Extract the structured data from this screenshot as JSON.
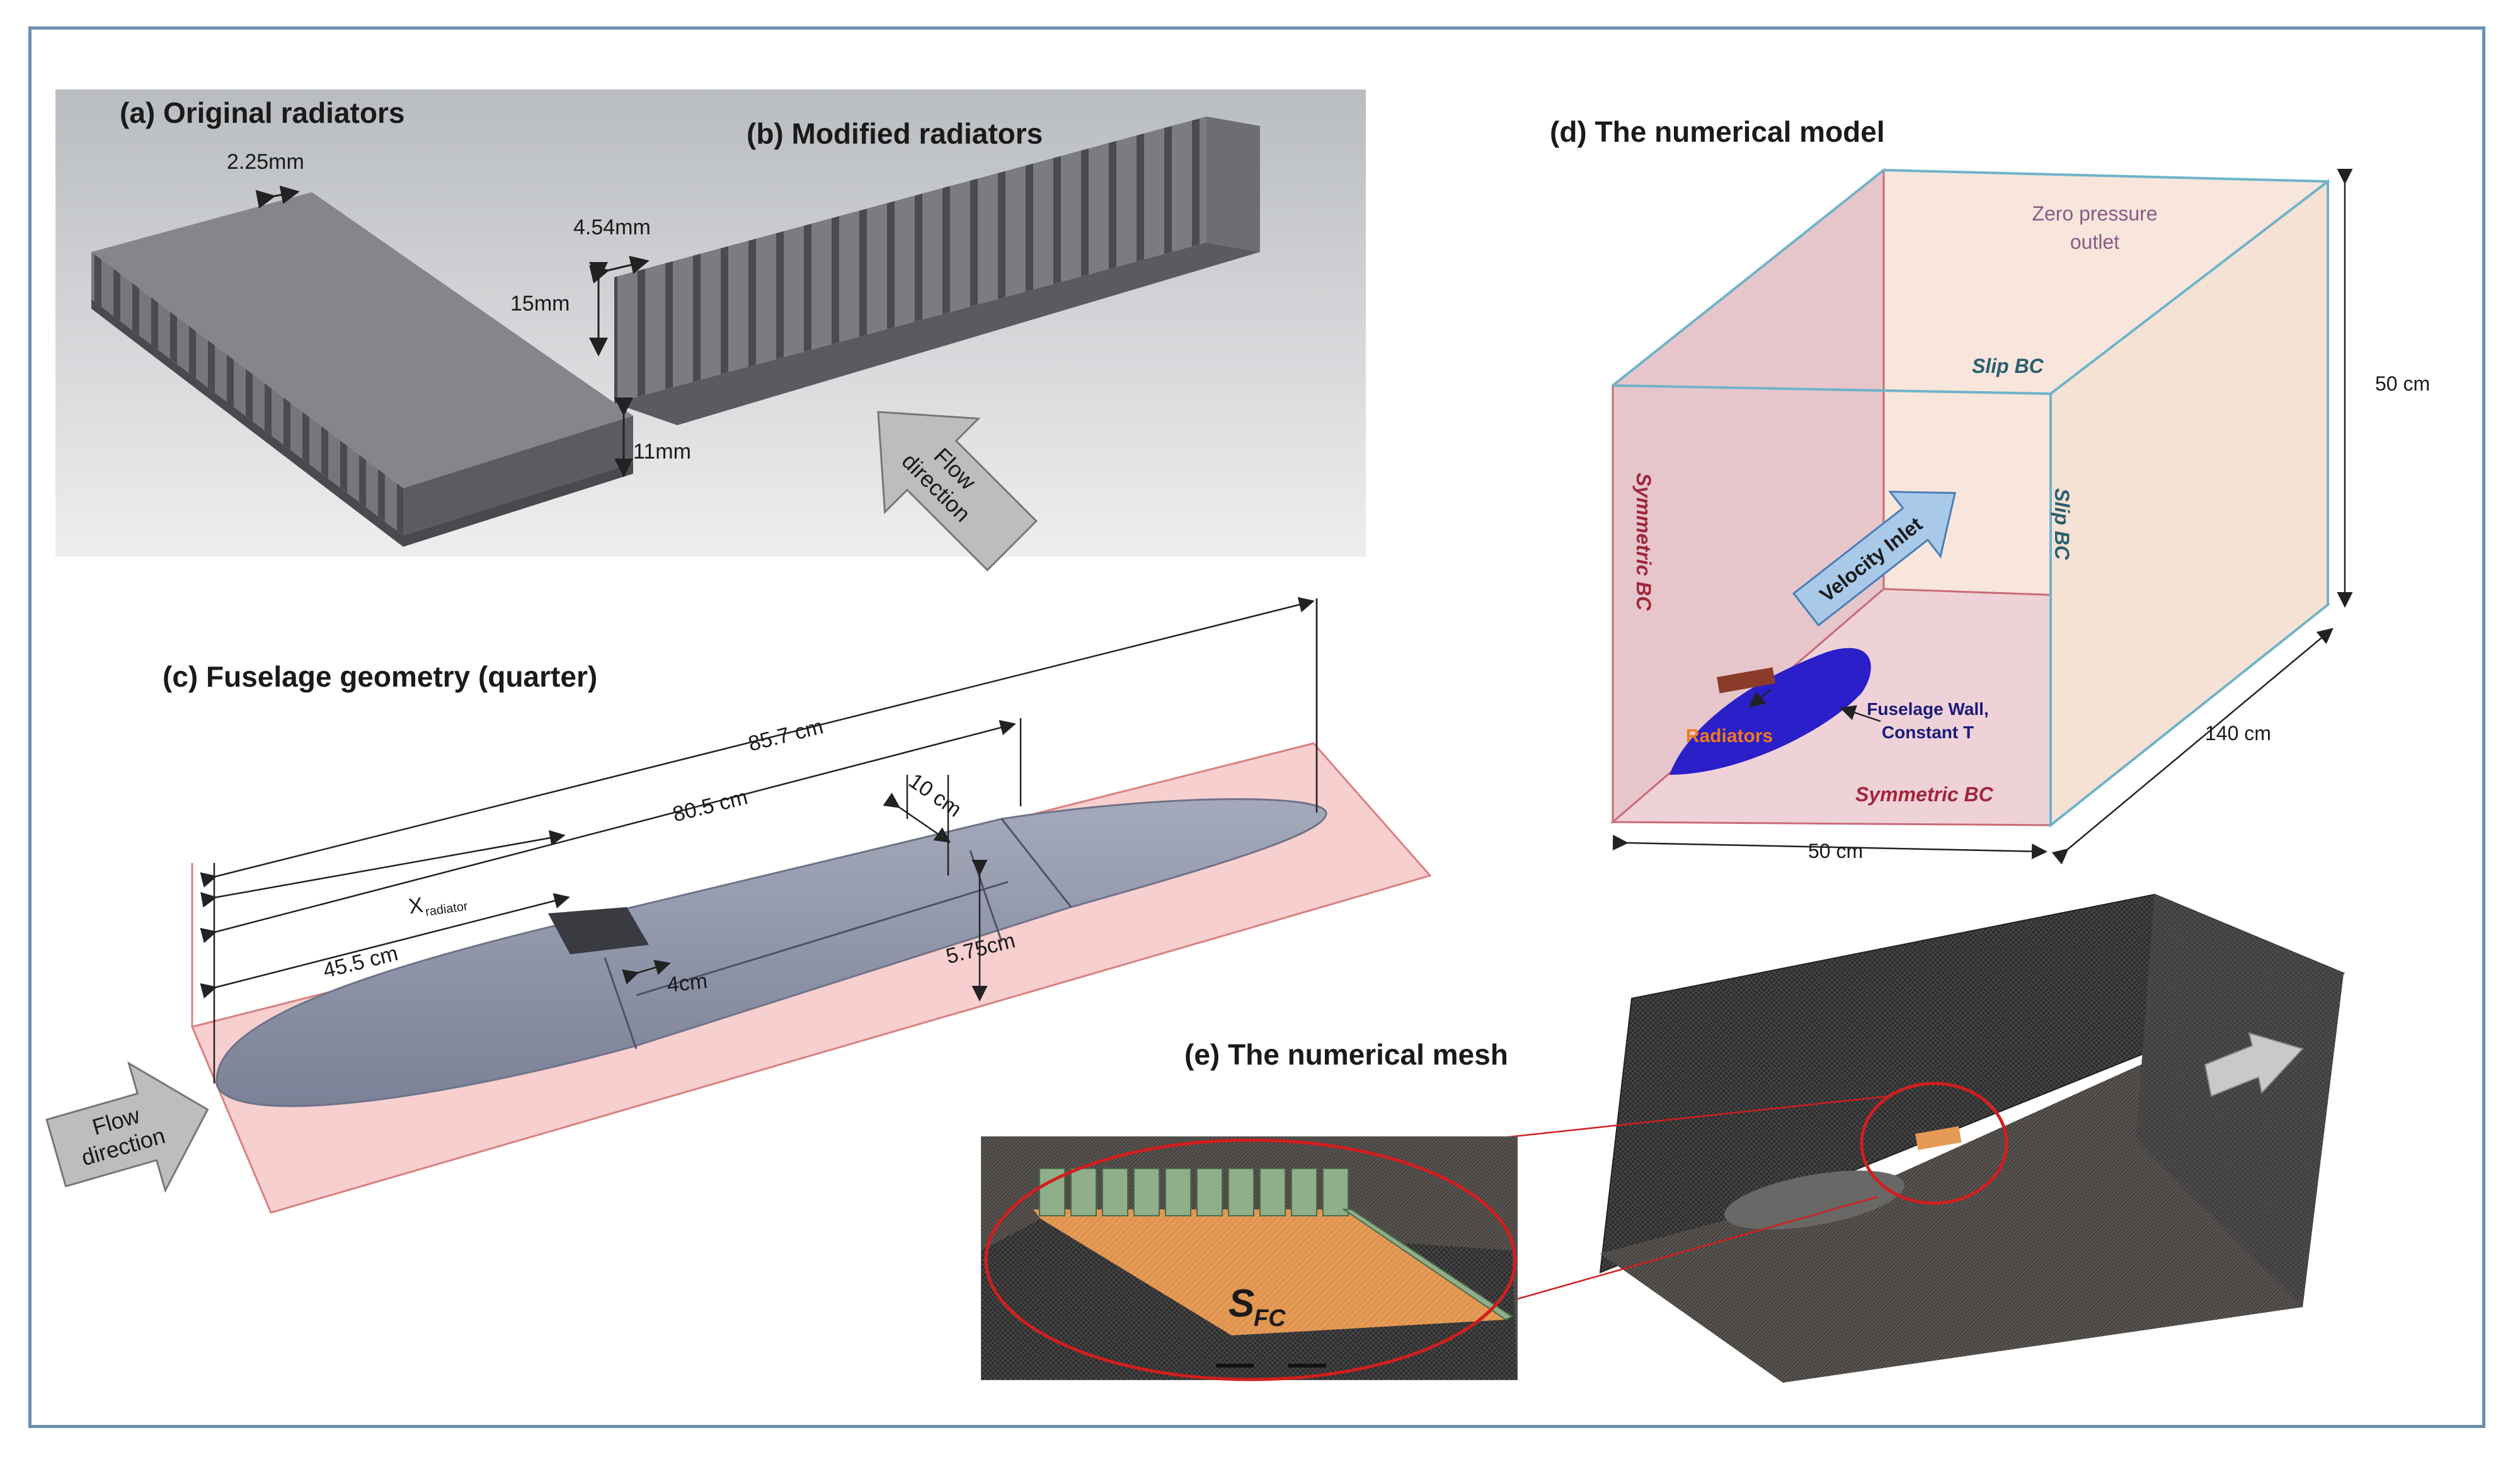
{
  "panels": {
    "a": {
      "title": "(a) Original radiators",
      "fin_spacing": "2.25mm",
      "base_height": "11mm"
    },
    "b": {
      "title": "(b) Modified radiators",
      "fin_spacing": "4.54mm",
      "fin_height": "15mm",
      "flow_line1": "Flow",
      "flow_line2": "direction"
    },
    "c": {
      "title": "(c) Fuselage geometry  (quarter)",
      "dim_total": "85.7 cm",
      "dim_mid": "80.5 cm",
      "dim_radiator_base": "X",
      "dim_radiator_sub": "radiator",
      "dim_front": "45.5 cm",
      "dim_10": "10 cm",
      "dim_4": "4cm",
      "dim_575": "5.75cm",
      "flow_line1": "Flow",
      "flow_line2": "direction"
    },
    "d": {
      "title": "(d) The numerical model",
      "outlet_line1": "Zero pressure",
      "outlet_line2": "outlet",
      "slip_top": "Slip BC",
      "slip_right": "Slip BC",
      "sym_left": "Symmetric BC",
      "sym_bottom": "Symmetric BC",
      "inlet": "Velocity Inlet",
      "radiators": "Radiators",
      "wall_line1": "Fuselage Wall,",
      "wall_line2": "Constant T",
      "dim_height": "50 cm",
      "dim_length": "140 cm",
      "dim_width": "50 cm"
    },
    "e": {
      "title": "(e) The numerical mesh",
      "sfc_main": "S",
      "sfc_sub": "FC"
    }
  },
  "colors": {
    "frame": "#6b8fb0",
    "radiator": "#6e6f74",
    "fuselage": "#8d93a8",
    "symmetry_plane": "#f6c9c9",
    "domain_left": "#e8c9cc",
    "domain_back": "#f6e3d8",
    "domain_bottom": "#efd3d8",
    "fuselage_model": "#2a1fc8",
    "radiator_model": "#8a3b2a",
    "inlet_arrow": "#a9c9e9",
    "mesh_dark": "#2c2c2c",
    "mesh_plate": "#e59a55",
    "mesh_fins": "#8fae8a",
    "zoom_circle": "#d21e1e"
  }
}
